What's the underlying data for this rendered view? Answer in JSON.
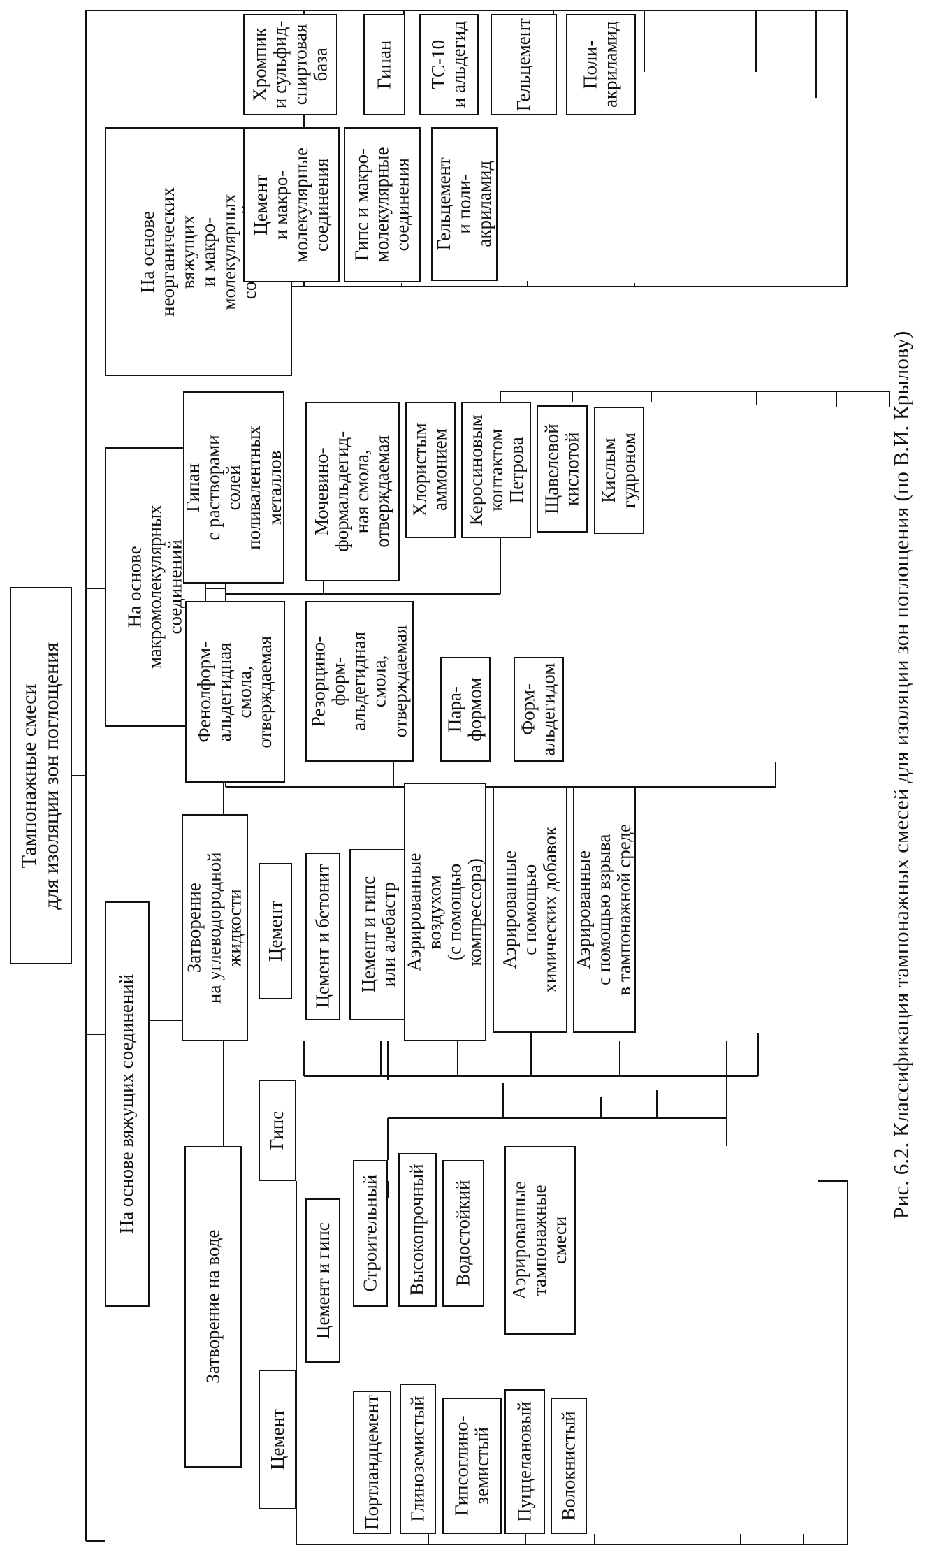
{
  "root": "Тампонажные смеси\nдля изоляции зон поглощения",
  "groups": {
    "binders": "На основе вяжущих соединений",
    "macro": "На основе\nмакромолекулярных\nсоединений",
    "inorganic": "На основе\nнеорганических\nвяжущих\nи макро-\nмолекулярных\nсоединений"
  },
  "binders": {
    "water_mixing": "Затворение на воде",
    "cement": "Цемент",
    "cement_gypsum": "Цемент и гипс",
    "gypsum": "Гипс",
    "portland": "Портландцемент",
    "alumina": "Глиноземистый",
    "gypsum_alumina": "Гипсоглино-\nземистый",
    "pozzolan": "Пуццелановый",
    "fiber": "Волокнистый",
    "building": "Строительный",
    "high_strength": "Высокопрочный",
    "water_resistant": "Водостойкий",
    "aerated_mixes": "Аэрированные\nтампонажные\nсмеси",
    "hydrocarbon": "Затворение\nна углеводородной\nжидкости",
    "hc_cement": "Цемент",
    "cement_bentonite": "Цемент и бетонит",
    "cement_gypsum_alabaster": "Цемент и гипс\nили алебастр",
    "aer_air": "Аэрированные\nвоздухом\n(с помощью\nкомпрессора)",
    "aer_chem": "Аэрированные\nс помощью\nхимических добавок",
    "aer_blast": "Аэрированные\nс помощью взрыва\nв тампонажной среде"
  },
  "macro": {
    "phenol": "Фенолформ-\nальдегидная\nсмола,\nотверждаемая",
    "resorcinol": "Резорцино-\nформ-\nальдегидная\nсмола,\nотверждаемая",
    "paraform": "Пара-\nформом",
    "formaldehyde": "Форм-\nальдегидом",
    "gipan_salts": "Гипан\nс растворами\nсолей\nполивалентных\nметаллов",
    "urea": "Мочевино-\nформальдегид-\nная смола,\nотверждаемая",
    "ammonium": "Хлористым\nаммонием",
    "kerosene": "Керосиновым\nконтактом\nПетрова",
    "oxalic": "Щавелевой\nкислотой",
    "tar": "Кислым\nгудроном"
  },
  "inorganic": {
    "cement_macro": "Цемент\nи макро-\nмолекулярные\nсоединения",
    "gypsum_macro": "Гипс и макро-\nмолекулярные\nсоединения",
    "gelcement_pam": "Гельцемент\nи поли-\nакриламид",
    "chrompik": "Хромпик\nи сульфид-\nспиртовая\nбаза",
    "gipan": "Гипан",
    "ts10": "ТС-10\nи альдегид",
    "gelcement": "Гельцемент",
    "pam": "Поли-\nакриламид"
  },
  "caption": "Рис. 6.2. Классификация тампонажных смесей для изоляции зон поглощения (по В.И. Крылову)"
}
